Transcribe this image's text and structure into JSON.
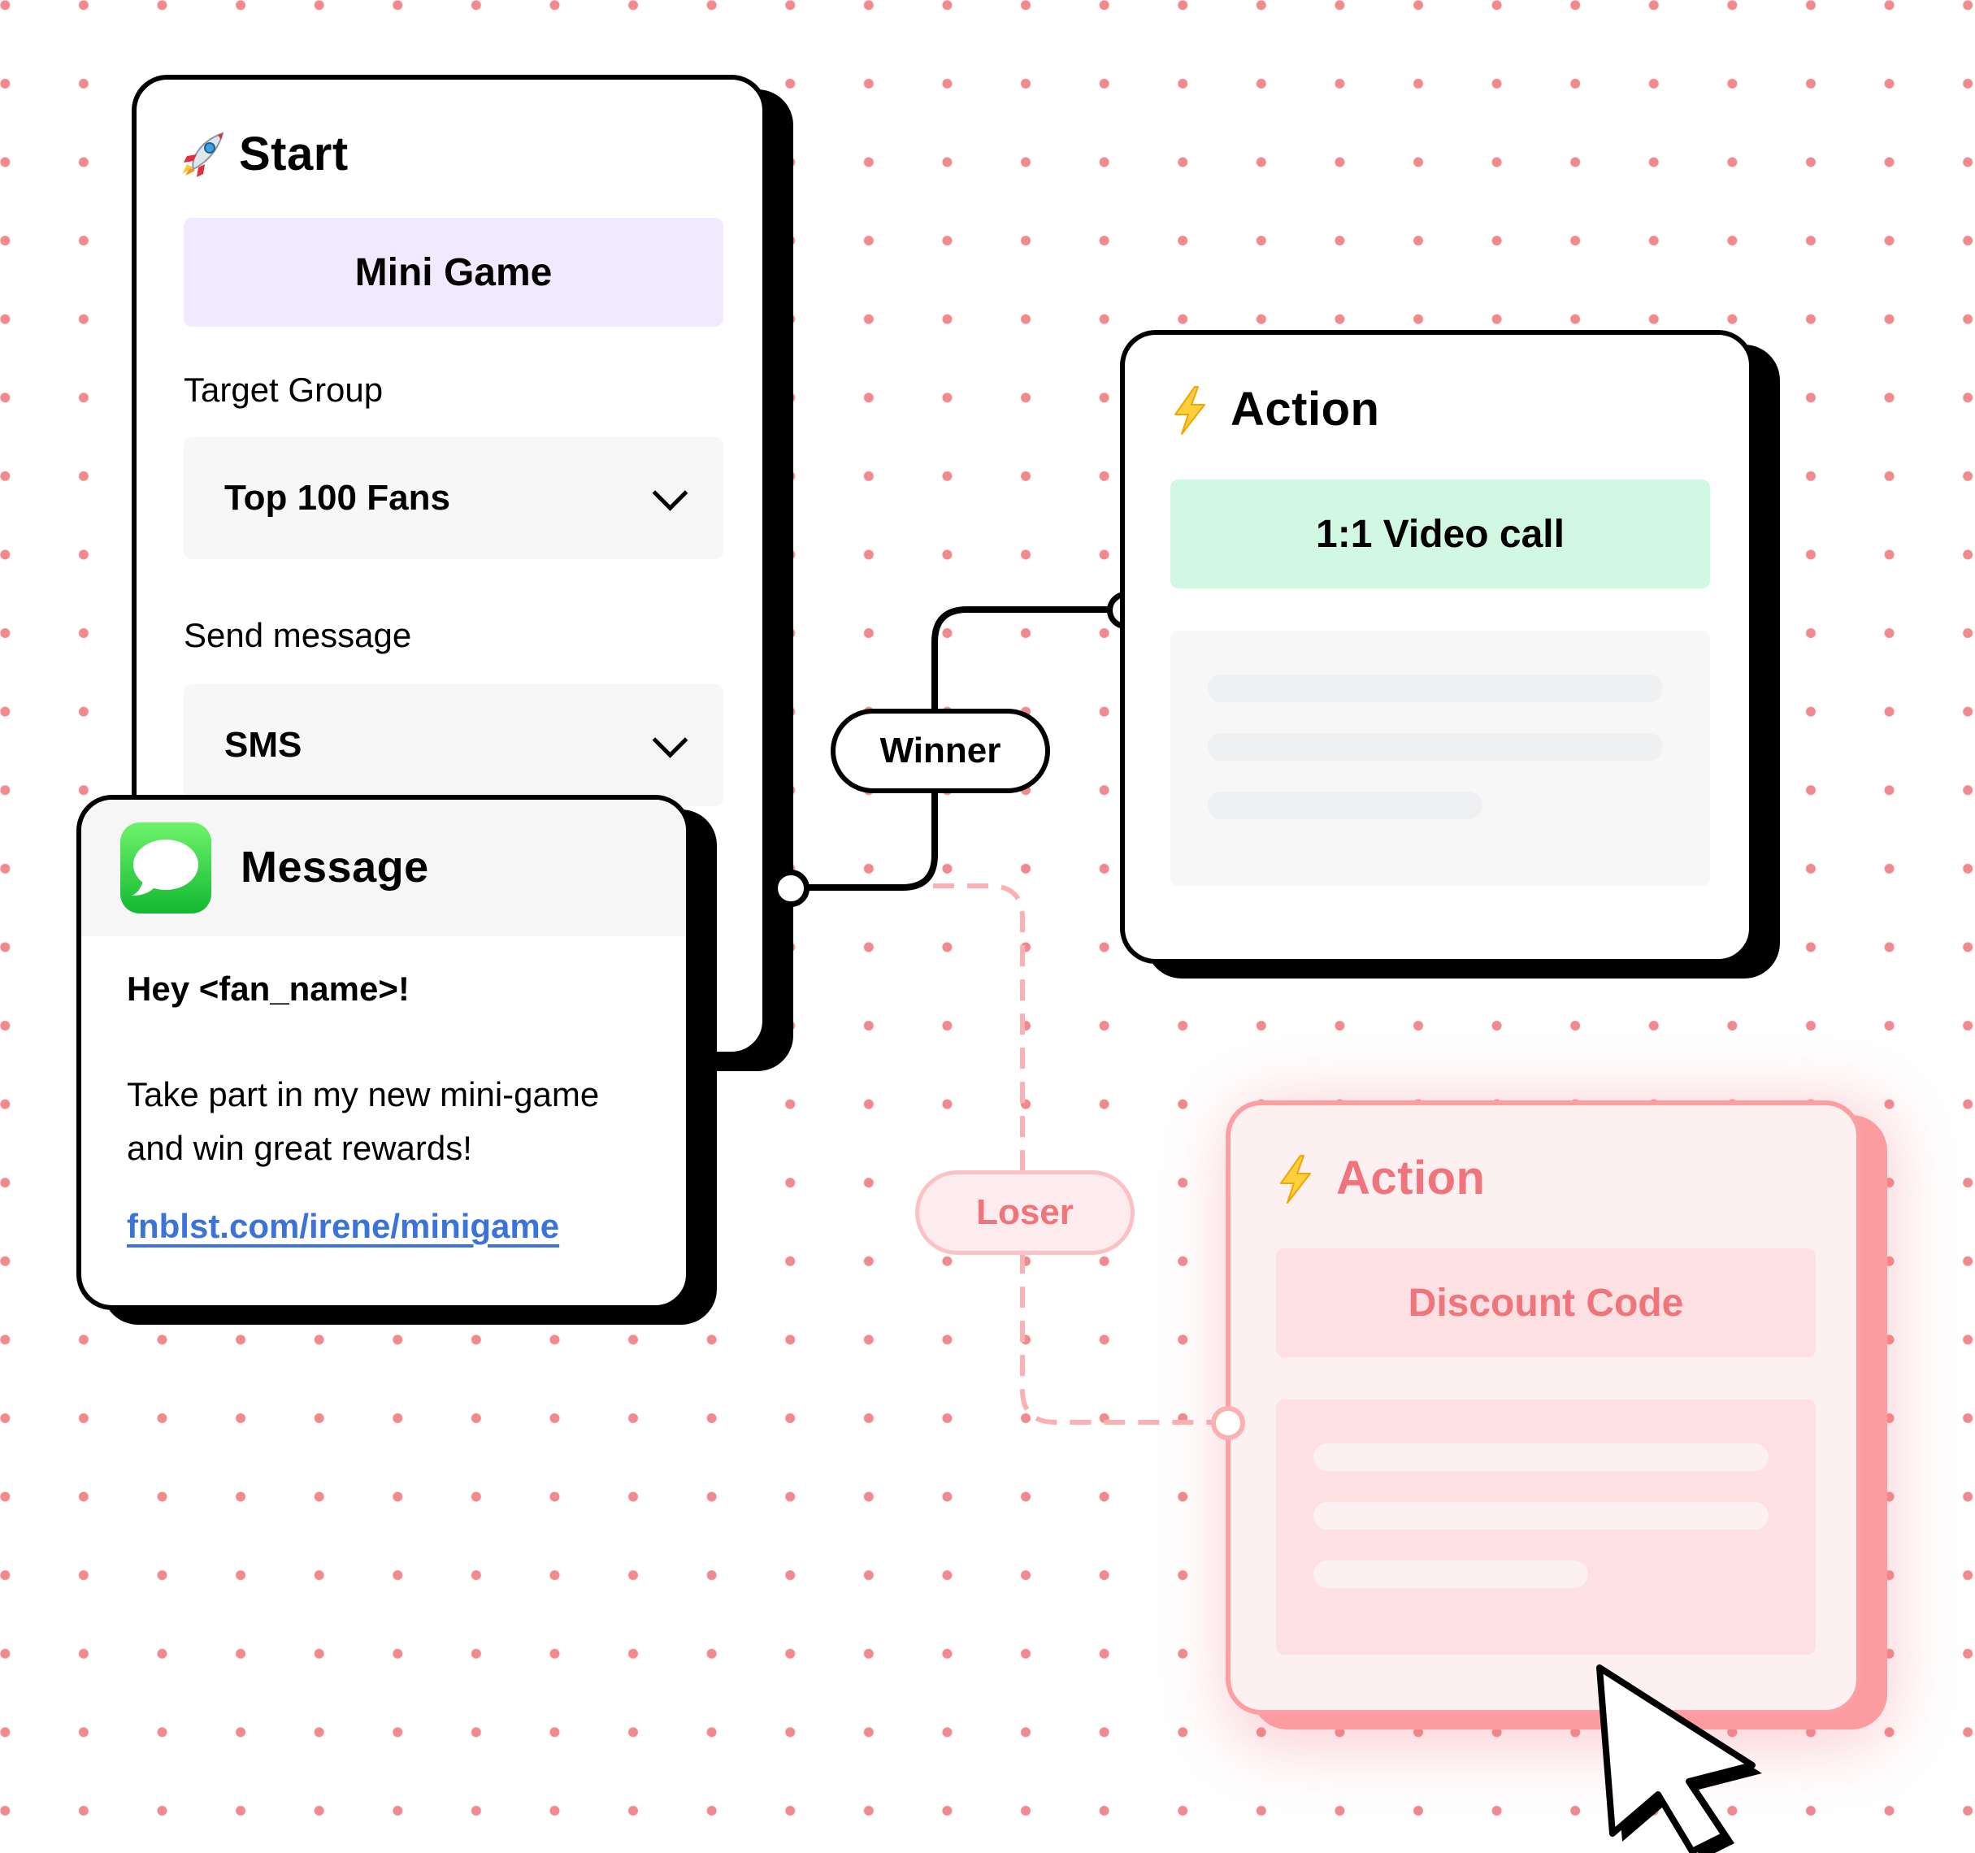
{
  "start_card": {
    "title": "Start",
    "icon": "rocket-icon",
    "mini_game_label": "Mini Game",
    "target_group_label": "Target Group",
    "target_group_value": "Top 100 Fans",
    "send_message_label": "Send message",
    "send_message_value": "SMS"
  },
  "message_card": {
    "title": "Message",
    "icon": "messages-app-icon",
    "greeting": "Hey <fan_name>!",
    "body_line1": "Take part in my new mini-game",
    "body_line2": "and win great rewards!",
    "link": "fnblst.com/irene/minigame"
  },
  "winner_branch": {
    "label": "Winner",
    "action_title": "Action",
    "action_icon": "lightning-icon",
    "action_value": "1:1 Video call"
  },
  "loser_branch": {
    "label": "Loser",
    "action_title": "Action",
    "action_icon": "lightning-icon",
    "action_value": "Discount Code"
  },
  "colors": {
    "dot_grid": "#f08a8e",
    "mini_game_bg": "#f1e9fd",
    "video_call_bg": "#d1f8e2",
    "loser_accent": "#f0747b",
    "link": "#3b73d9"
  },
  "cursor_icon": "mouse-pointer-icon"
}
